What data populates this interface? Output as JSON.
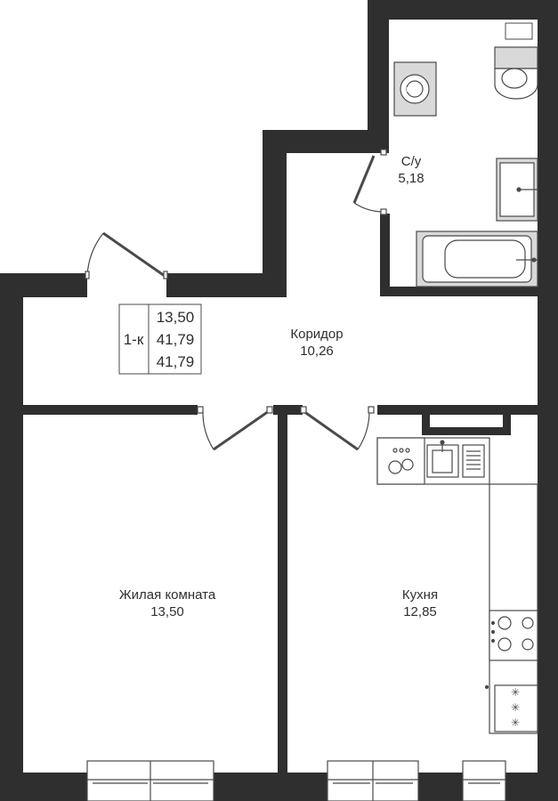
{
  "plan": {
    "summary": {
      "type": "1-к",
      "living_area": "13,50",
      "total_area": "41,79",
      "total_area_2": "41,79"
    },
    "rooms": {
      "bathroom": {
        "name": "С/у",
        "area": "5,18"
      },
      "corridor": {
        "name": "Коридор",
        "area": "10,26"
      },
      "living": {
        "name": "Жилая комната",
        "area": "13,50"
      },
      "kitchen": {
        "name": "Кухня",
        "area": "12,85"
      }
    }
  },
  "colors": {
    "wall": "#2f2f2f",
    "fixture_stroke": "#4a4a4a",
    "fixture_fill": "#d9d9d9",
    "background": "#ffffff"
  }
}
